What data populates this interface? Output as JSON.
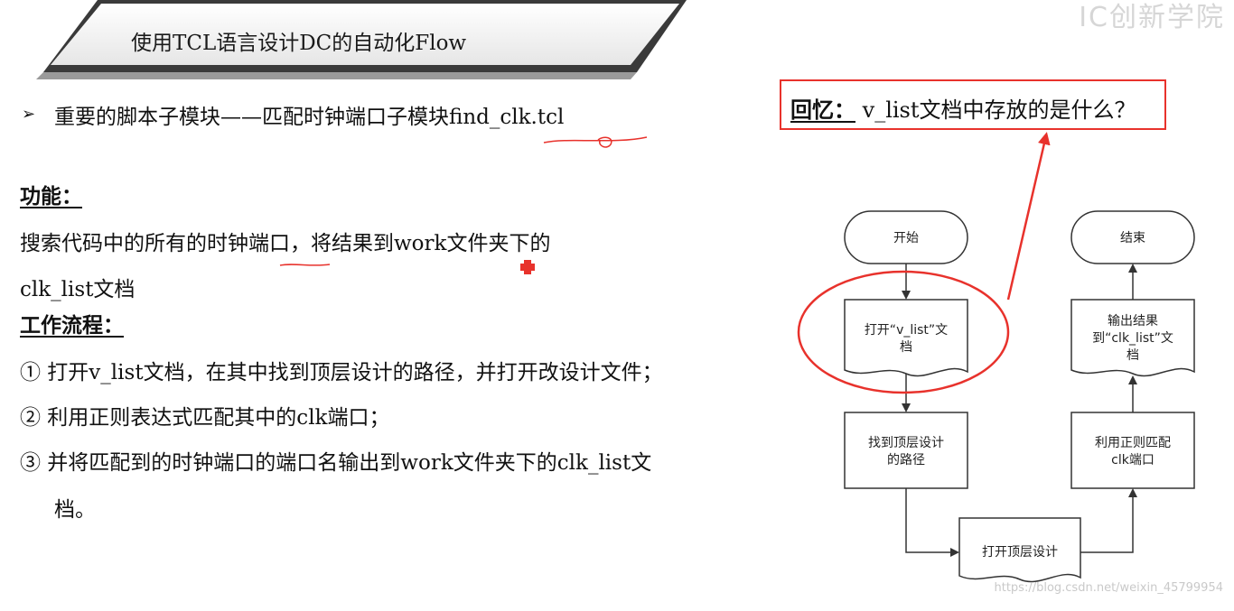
{
  "banner": {
    "title": "使用TCL语言设计DC的自动化Flow"
  },
  "brand": {
    "logo_text": "IC创新学院"
  },
  "content": {
    "bullet_marker": "➢",
    "bullet_text": "重要的脚本子模块——匹配时钟端口子模块find_clk.tcl",
    "function_heading": "功能：",
    "function_line1": "搜索代码中的所有的时钟端口，将结果到work文件夹下的",
    "function_line2": "clk_list文档",
    "workflow_heading": "工作流程：",
    "steps": [
      "① 打开v_list文档，在其中找到顶层设计的路径，并打开改设计文件；",
      "② 利用正则表达式匹配其中的clk端口；",
      "③ 并将匹配到的时钟端口的端口名输出到work文件夹下的clk_list文",
      "档。"
    ]
  },
  "recall": {
    "label": "回忆：",
    "question": " v_list文档中存放的是什么？"
  },
  "flowchart": {
    "start": "开始",
    "end": "结束",
    "open_vlist_line1": "打开“v_list”文",
    "open_vlist_line2": "档",
    "find_top_line1": "找到顶层设计",
    "find_top_line2": "的路径",
    "open_top": "打开顶层设计",
    "regex_line1": "利用正则匹配",
    "regex_line2": "clk端口",
    "output_line1": "输出结果",
    "output_line2": "到“clk_list”文",
    "output_line3": "档"
  },
  "watermark": "https://blog.csdn.net/weixin_45799954",
  "colors": {
    "annotation_red": "#e8322c",
    "banner_dark": "#3a3a3a",
    "banner_light": "#f2f2f2"
  }
}
